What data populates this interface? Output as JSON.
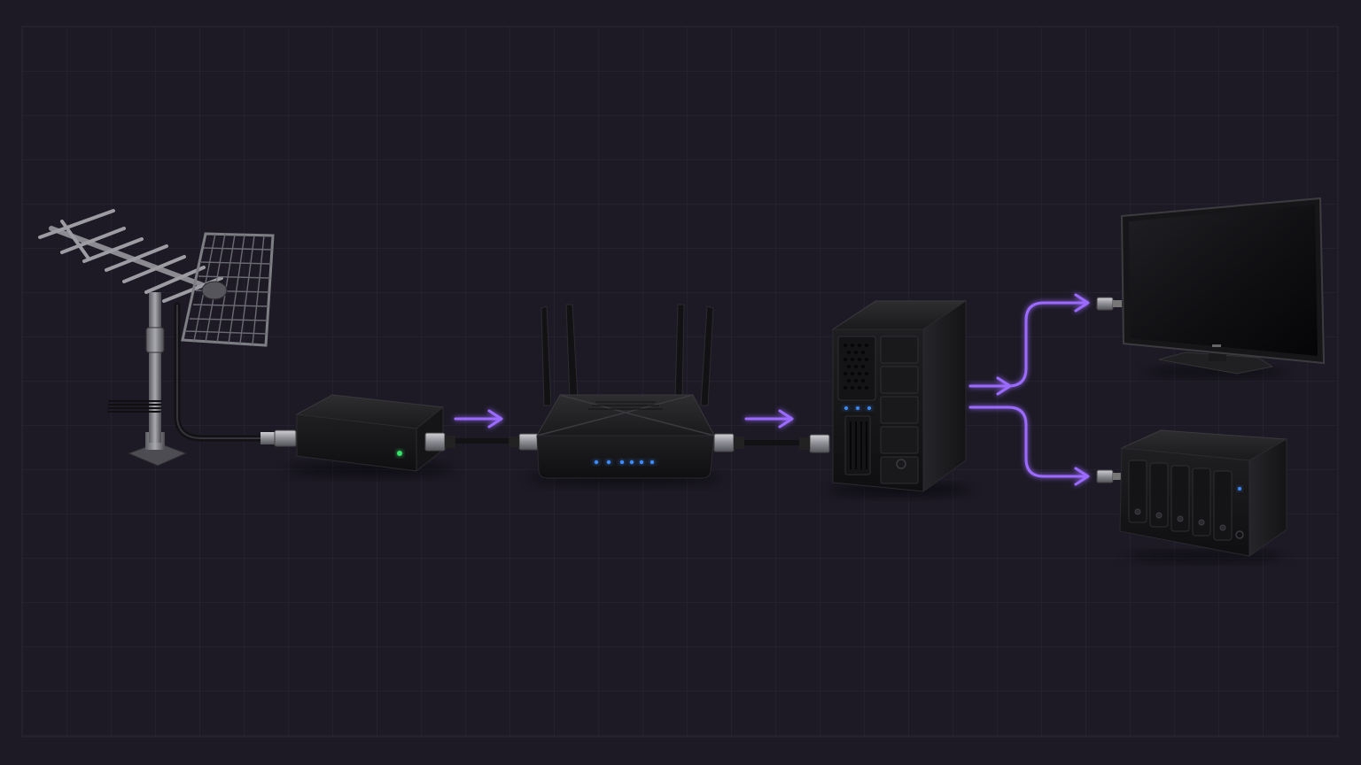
{
  "diagram": {
    "type": "network-topology",
    "flow_direction": "left-to-right",
    "nodes": [
      {
        "id": "antenna",
        "kind": "outdoor antenna with yagi and grid panel"
      },
      {
        "id": "modem",
        "kind": "modem box",
        "led": "green"
      },
      {
        "id": "router",
        "kind": "wireless router",
        "antennas": 4,
        "leds": "blue"
      },
      {
        "id": "server",
        "kind": "tower server",
        "leds": "blue"
      },
      {
        "id": "tv",
        "kind": "television"
      },
      {
        "id": "nas",
        "kind": "NAS storage",
        "drive_bays": 5
      }
    ],
    "links": [
      {
        "from": "antenna",
        "to": "modem",
        "style": "coax cable"
      },
      {
        "from": "modem",
        "to": "router",
        "style": "ethernet",
        "arrow": true
      },
      {
        "from": "router",
        "to": "server",
        "style": "ethernet",
        "arrow": true
      },
      {
        "from": "server",
        "to": "tv",
        "style": "glowing link",
        "arrow": true
      },
      {
        "from": "server",
        "to": "nas",
        "style": "glowing link",
        "arrow": true
      }
    ]
  },
  "colors": {
    "background": "#1d1a26",
    "grid_line": "#2c2938",
    "flow_accent": "#9b6bff",
    "led_green": "#39e36b",
    "led_blue": "#3d8bff",
    "device_body": "#1c1c1e"
  }
}
